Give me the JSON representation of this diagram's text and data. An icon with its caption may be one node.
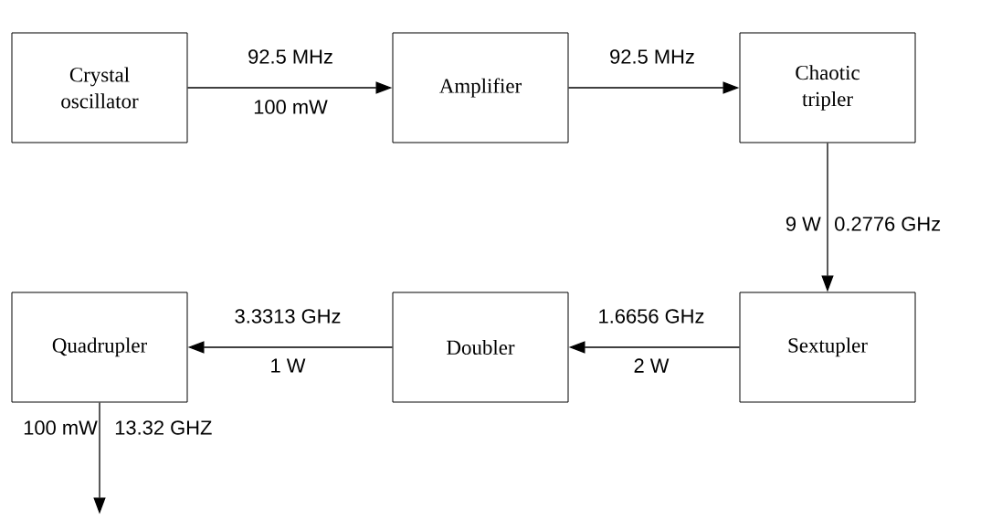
{
  "diagram": {
    "nodes": [
      {
        "text": [
          "Crystal oscillator"
        ]
      },
      {
        "text": [
          "Amplifier"
        ]
      },
      {
        "text": [
          "Chaotic tripler"
        ]
      },
      {
        "text": [
          "Sextupler"
        ]
      },
      {
        "text": [
          "Doubler"
        ]
      },
      {
        "text": [
          "Quadrupler"
        ]
      }
    ],
    "edges": [
      {
        "from": 0,
        "to": 1,
        "arrow": "to",
        "label": "92.5 MHz"
      },
      {
        "from": 1,
        "to": 2,
        "arrow": "to",
        "label": "92.5 MHz"
      },
      {
        "from": 2,
        "to": 3,
        "arrow": "to",
        "label": "0.2776 GHz"
      },
      {
        "from": 3,
        "to": 4,
        "arrow": "to",
        "label": "1.6656 GHz"
      },
      {
        "from": 4,
        "to": 5,
        "arrow": "to",
        "label": "3.3313 GHz"
      },
      {
        "from": 5,
        "to": null,
        "arrow": "to",
        "label": "13.32 GHZ"
      }
    ],
    "labels": [
      "100 mW",
      "9 W",
      "1 W",
      "2 W",
      "100 mW"
    ]
  }
}
